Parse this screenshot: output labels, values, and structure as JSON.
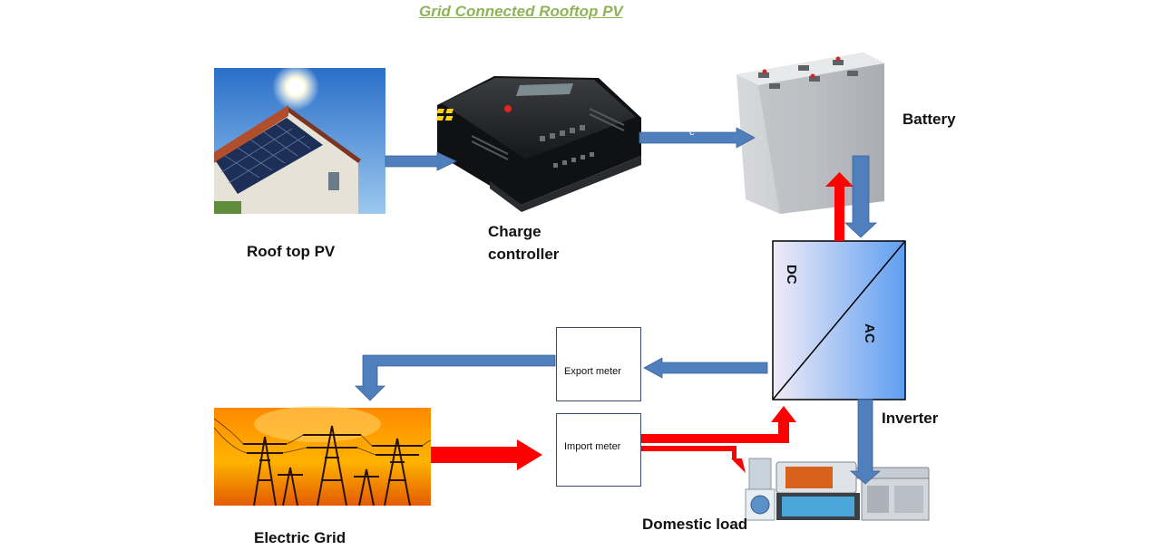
{
  "title": "Grid Connected Rooftop PV",
  "labels": {
    "rooftop_pv": "Roof top PV",
    "charge_controller_line1": "Charge",
    "charge_controller_line2": "controller",
    "battery": "Battery",
    "inverter": "Inverter",
    "electric_grid": "Electric Grid",
    "domestic_load": "Domestic load",
    "export_meter": "Export meter",
    "import_meter": "Import meter",
    "dc": "DC",
    "ac": "AC",
    "arrow_c": "c"
  },
  "colors": {
    "flow_blue": "#4f7fbd",
    "flow_red": "#ff0000",
    "title_green": "#8fb458"
  }
}
